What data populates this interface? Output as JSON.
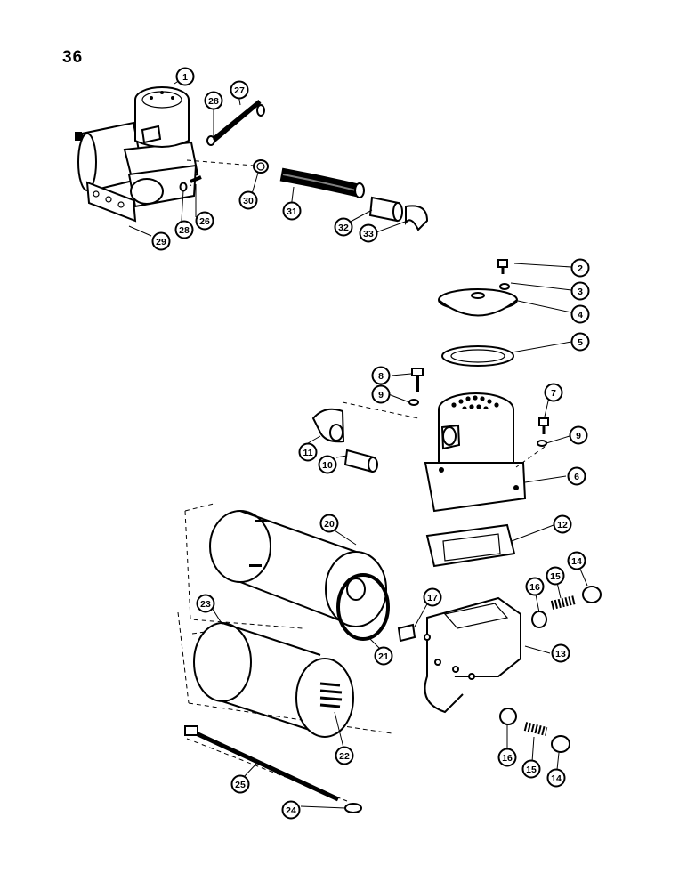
{
  "page": {
    "number": "36"
  },
  "callouts": [
    "1",
    "2",
    "3",
    "4",
    "5",
    "6",
    "7",
    "8",
    "9",
    "9",
    "10",
    "11",
    "12",
    "13",
    "14",
    "14",
    "15",
    "15",
    "16",
    "16",
    "17",
    "20",
    "21",
    "22",
    "23",
    "24",
    "25",
    "26",
    "27",
    "28",
    "28",
    "29",
    "30",
    "31",
    "32",
    "33"
  ]
}
